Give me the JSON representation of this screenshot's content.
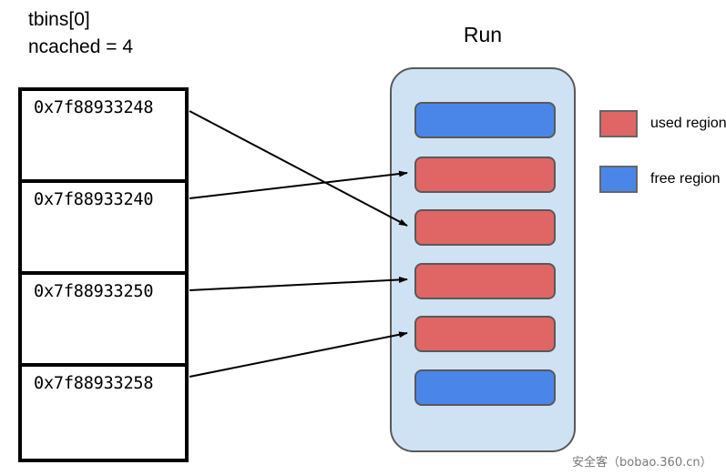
{
  "diagram": {
    "title_left_line1": "tbins[0]",
    "title_left_line2": "ncached = 4",
    "run_title": "Run",
    "watermark": "安全客（bobao.360.cn）"
  },
  "tcache": {
    "entries": [
      {
        "address": "0x7f88933248"
      },
      {
        "address": "0x7f88933240"
      },
      {
        "address": "0x7f88933250"
      },
      {
        "address": "0x7f88933258"
      }
    ]
  },
  "run": {
    "blocks": [
      {
        "index": 0,
        "state": "free",
        "color": "#4a86e8"
      },
      {
        "index": 1,
        "state": "used",
        "color": "#e06666"
      },
      {
        "index": 2,
        "state": "used",
        "color": "#e06666"
      },
      {
        "index": 3,
        "state": "used",
        "color": "#e06666"
      },
      {
        "index": 4,
        "state": "used",
        "color": "#e06666"
      },
      {
        "index": 5,
        "state": "free",
        "color": "#4a86e8"
      }
    ],
    "background_color": "#cfe2f3",
    "border_color": "#595959"
  },
  "pointers": [
    {
      "from_entry": 0,
      "to_block": 2
    },
    {
      "from_entry": 1,
      "to_block": 1
    },
    {
      "from_entry": 2,
      "to_block": 3
    },
    {
      "from_entry": 3,
      "to_block": 4
    }
  ],
  "legend": {
    "items": [
      {
        "label": "used region",
        "color": "#e06666"
      },
      {
        "label": "free region",
        "color": "#4a86e8"
      }
    ]
  }
}
